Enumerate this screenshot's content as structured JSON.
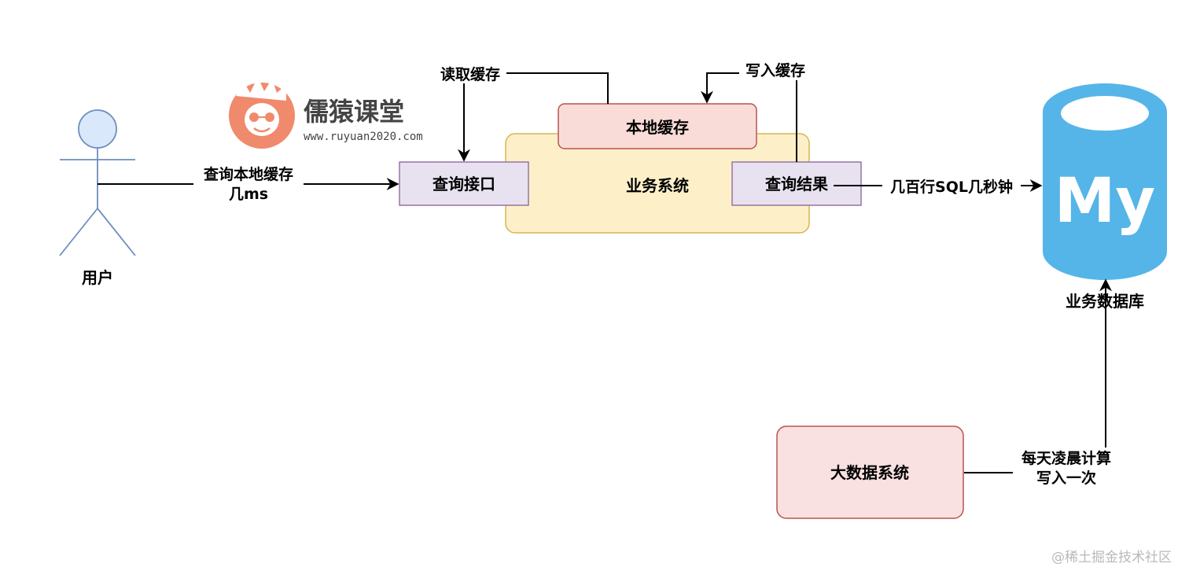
{
  "nodes": {
    "user": "用户",
    "business_system": "业务系统",
    "local_cache": "本地缓存",
    "query_api": "查询接口",
    "query_result": "查询结果",
    "business_db": "业务数据库",
    "bigdata_system": "大数据系统"
  },
  "edges": {
    "user_to_api_line1": "查询本地缓存",
    "user_to_api_line2": "几ms",
    "read_cache": "读取缓存",
    "write_cache": "写入缓存",
    "result_to_db": "几百行SQL几秒钟",
    "bigdata_to_db_line1": "每天凌晨计算",
    "bigdata_to_db_line2": "写入一次"
  },
  "logo": {
    "name": "儒猿课堂",
    "url": "www.ruyuan2020.com"
  },
  "db_icon": {
    "mark": "My",
    "color": "#55b5e8"
  },
  "watermark": "@稀土掘金技术社区",
  "colors": {
    "business_fill": "#fdf0c8",
    "business_stroke": "#d6b656",
    "cache_fill": "#f9dcd8",
    "cache_stroke": "#b85450",
    "api_fill": "#e8e2f0",
    "api_stroke": "#9673a6",
    "user_fill": "#dae8fc",
    "user_stroke": "#6c8ebf",
    "bigdata_fill": "#f8e1e0",
    "bigdata_stroke": "#b85450",
    "logo_orange": "#f08a6c"
  }
}
